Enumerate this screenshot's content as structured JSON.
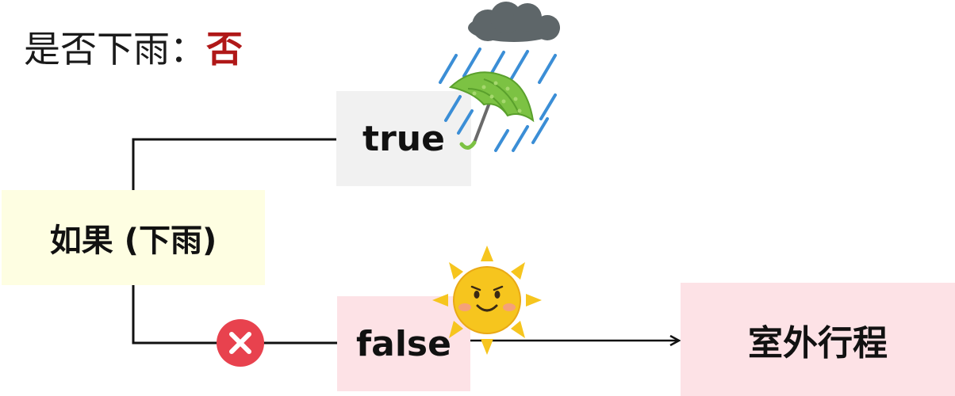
{
  "header": {
    "question": "是否下雨：",
    "answer": "否"
  },
  "diagram": {
    "condition_label": "如果 (下雨)",
    "true_label": "true",
    "false_label": "false",
    "result_label": "室外行程"
  },
  "icons": {
    "rain_icon": "rain-cloud-umbrella-icon",
    "sun_icon": "smiling-sun-icon",
    "cancel_icon": "x-mark-icon"
  },
  "colors": {
    "answer": "#b01818",
    "condition_bg": "#fefee2",
    "true_bg": "#f1f1f1",
    "false_bg": "#fde2e6",
    "result_bg": "#fde2e6",
    "cancel_badge": "#e8424e",
    "umbrella": "#7cc243",
    "rain": "#3b8ed6",
    "sun": "#f6c51e"
  }
}
